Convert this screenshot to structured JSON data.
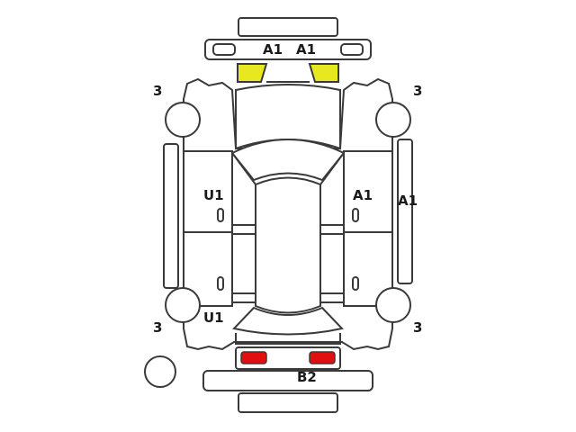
{
  "colors": {
    "outline": "#3a3a3a",
    "marked_yellow": "#e8e820",
    "marked_red": "#e01010",
    "background": "#ffffff"
  },
  "labels": {
    "front_bumper_left": "A1",
    "front_bumper_right": "A1",
    "front_left_wheel": "3",
    "front_right_wheel": "3",
    "rear_left_wheel": "3",
    "rear_right_wheel": "3",
    "left_front_door": "U1",
    "left_rear_door": "U1",
    "right_front_door": "A1",
    "right_sill": "A1",
    "rear_bumper": "B2"
  }
}
